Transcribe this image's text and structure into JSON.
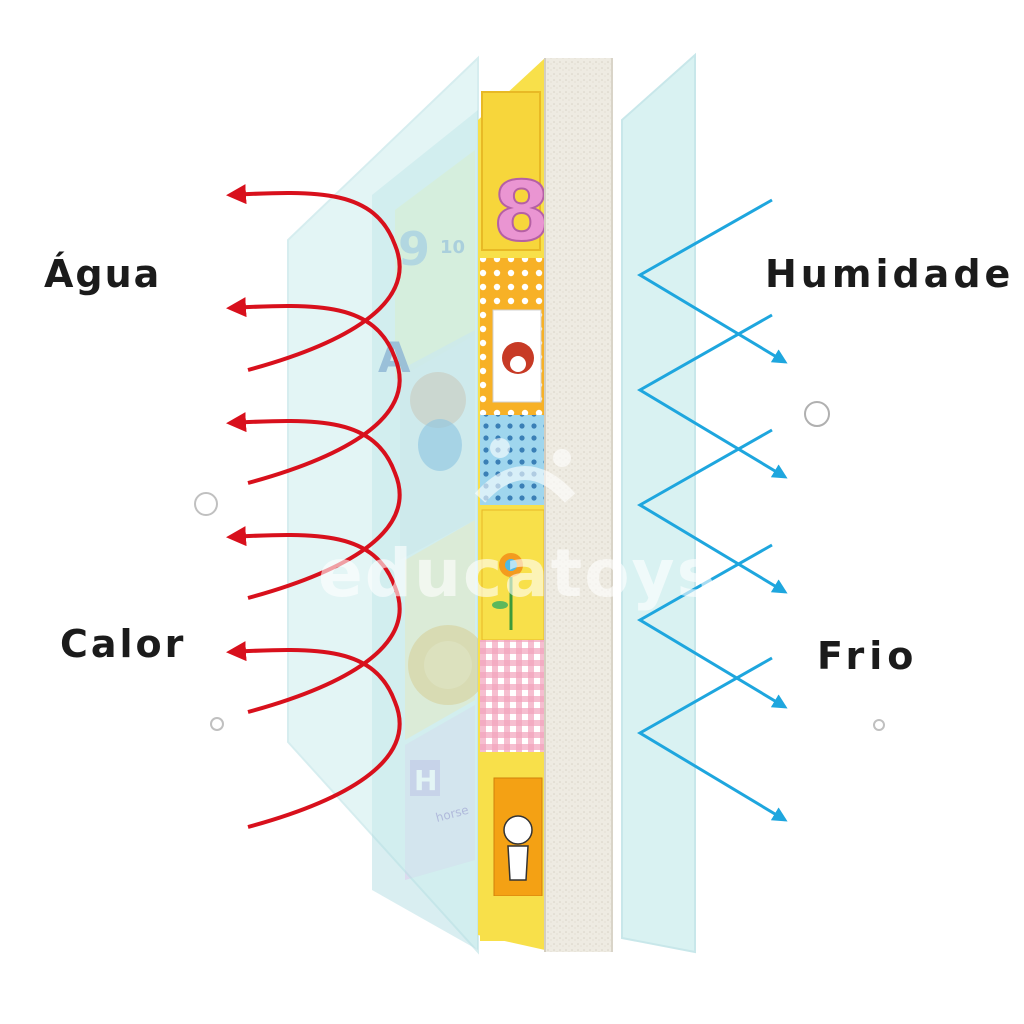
{
  "labels": {
    "left_top": "Água",
    "left_bottom": "Calor",
    "right_top": "Humidade",
    "right_bottom": "Frio"
  },
  "watermark": "educatoys",
  "mat_prints": {
    "number_large": "8",
    "number_small": "9",
    "number_ten": "10",
    "letter_a": "A",
    "letter_h": "H",
    "word_h": "horse"
  },
  "colors": {
    "red_arrows": "#d8101c",
    "blue_arrows": "#1ea6de",
    "film": "#cdeeee",
    "foam_edge": "#ece8dd",
    "mat_yellow": "#f8e04a"
  },
  "icons": {
    "red_arrows": "curved-arrow-icon",
    "blue_arrows": "zigzag-arrow-icon"
  }
}
